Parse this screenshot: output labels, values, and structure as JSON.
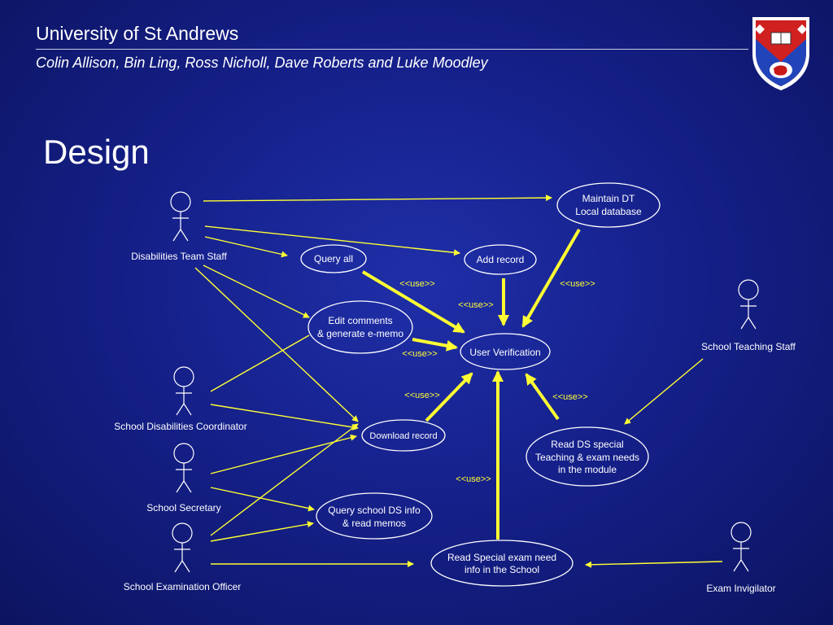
{
  "header": {
    "title": "University of St Andrews",
    "authors": "Colin Allison, Bin Ling, Ross Nicholl, Dave Roberts and Luke Moodley"
  },
  "slide": {
    "title": "Design"
  },
  "diagram": {
    "actors": {
      "dts": "Disabilities Team Staff",
      "sdc": "School Disabilities Coordinator",
      "ss": "School Secretary",
      "seo": "School Examination Officer",
      "sts": "School Teaching Staff",
      "ei": "Exam Invigilator"
    },
    "use_cases": {
      "maintain": [
        "Maintain DT",
        "Local database"
      ],
      "query_all": "Query all",
      "add_record": "Add record",
      "edit": [
        "Edit comments",
        "& generate e-memo"
      ],
      "verify": "User Verification",
      "download": "Download record",
      "read_ds": [
        "Read DS special",
        "Teaching & exam needs",
        "in the module"
      ],
      "query_school": [
        "Query school DS info",
        "& read memos"
      ],
      "read_special": [
        "Read Special exam need",
        "info in the School"
      ]
    },
    "use_label": "<<use>>",
    "colors": {
      "background": "#15208a",
      "connector": "#ffff33",
      "text": "#ffffff"
    }
  }
}
